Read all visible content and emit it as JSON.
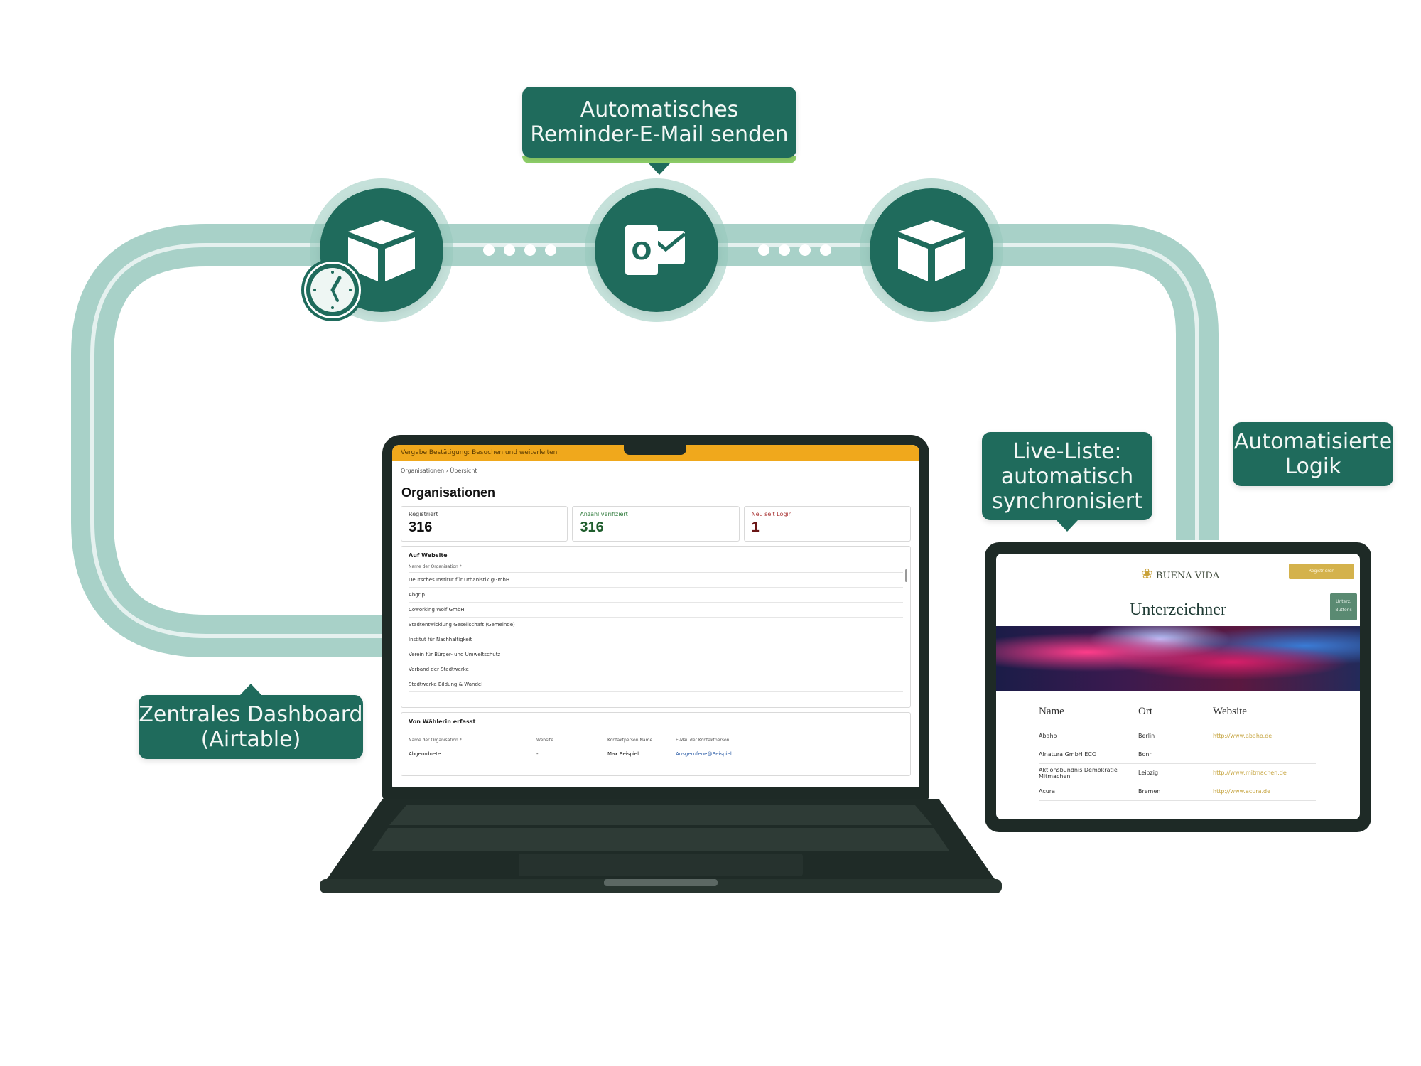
{
  "callouts": {
    "email": [
      "Automatisches",
      "Reminder-E-Mail senden"
    ],
    "live_list": [
      "Live-Liste:",
      "automatisch",
      "synchronisiert"
    ],
    "logic": [
      "Automatisierte",
      "Logik"
    ],
    "dashboard": [
      "Zentrales Dashboard",
      "(Airtable)"
    ]
  },
  "nodes": [
    {
      "icon": "airtable-box-icon",
      "badge": "clock-icon"
    },
    {
      "icon": "outlook-icon",
      "label": "O"
    },
    {
      "icon": "airtable-box-icon"
    }
  ],
  "colors": {
    "primary": "#1f6b5c",
    "track": "#9cc8bf",
    "accent": "#8fd06a",
    "screen_bar": "#f0a81c"
  },
  "laptop": {
    "topbar": "Vergabe Bestätigung: Besuchen und weiterleiten",
    "breadcrumb": "Organisationen  ›  Übersicht",
    "title": "Organisationen",
    "stats": [
      {
        "label": "Registriert",
        "value": "316"
      },
      {
        "label": "Anzahl verifiziert",
        "value": "316"
      },
      {
        "label": "Neu seit Login",
        "value": "1"
      }
    ],
    "list_header": "Auf Website",
    "list_sub": "Name der Organisation *",
    "list_rows": [
      "Deutsches Institut für Urbanistik gGmbH",
      "Abgrip",
      "Coworking Wolf GmbH",
      "Stadtentwicklung Gesellschaft (Gemeinde)",
      "Institut für Nachhaltigkeit",
      "Verein für Bürger- und Umweltschutz",
      "Verband der Stadtwerke",
      "Stadtwerke Bildung & Wandel"
    ],
    "bottom_header": "Von Wählerin erfasst",
    "bottom_cols": [
      "Name der Organisation *",
      "Website",
      "Kontaktperson Name",
      "E-Mail der Kontaktperson"
    ],
    "bottom_vals": [
      "Abgeordnete",
      "-",
      "Max Beispiel",
      "Ausgerufene@Beispiel"
    ]
  },
  "tablet": {
    "button": "Registrieren",
    "side": [
      "Unterz.",
      "Buttons"
    ],
    "logo": "BUENA VIDA",
    "title": "Unterzeichner",
    "headers": [
      "Name",
      "Ort",
      "Website"
    ],
    "rows": [
      {
        "name": "Abaho",
        "ort": "Berlin",
        "web": "http://www.abaho.de"
      },
      {
        "name": "Alnatura GmbH ECO",
        "ort": "Bonn",
        "web": ""
      },
      {
        "name": "Aktionsbündnis Demokratie Mitmachen",
        "ort": "Leipzig",
        "web": "http://www.mitmachen.de"
      },
      {
        "name": "Acura",
        "ort": "Bremen",
        "web": "http://www.acura.de"
      }
    ]
  }
}
